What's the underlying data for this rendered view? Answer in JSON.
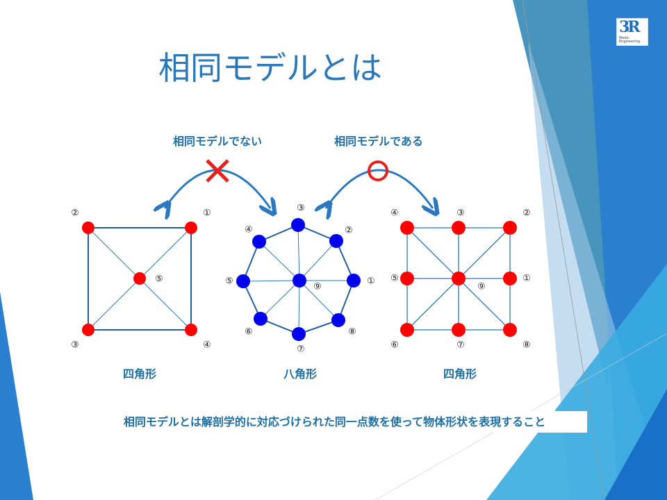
{
  "slide": {
    "title": "相同モデルとは",
    "logo_text": "3R",
    "logo_subtitle": "Medic Engineering",
    "not_homologous_label": "相同モデルでない",
    "homologous_label": "相同モデルである",
    "definition": "相同モデルとは解剖学的に対応づけられた同一点数を使って物体形状を表現すること",
    "colors": {
      "accent": "#1d6fa5",
      "title": "#2a78b8",
      "red": "#ff0000",
      "blue": "#0000ee"
    }
  },
  "shapes": [
    {
      "caption": "四角形",
      "labels": [
        "①",
        "②",
        "③",
        "④",
        "⑤"
      ]
    },
    {
      "caption": "八角形",
      "labels": [
        "①",
        "②",
        "③",
        "④",
        "⑤",
        "⑥",
        "⑦",
        "⑧",
        "⑨"
      ]
    },
    {
      "caption": "四角形",
      "labels": [
        "①",
        "②",
        "③",
        "④",
        "⑤",
        "⑥",
        "⑦",
        "⑧",
        "⑨"
      ]
    }
  ],
  "marks": {
    "cross": "✕",
    "circle": "○"
  }
}
